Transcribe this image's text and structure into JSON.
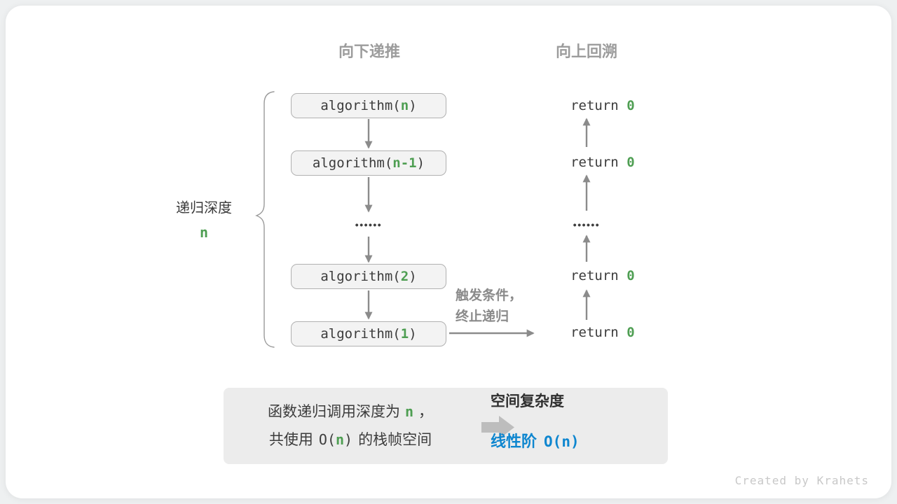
{
  "headers": {
    "downward": "向下递推",
    "upward": "向上回溯"
  },
  "depth_label": {
    "text": "递归深度",
    "value": "n"
  },
  "stack": {
    "call_prefix": "algorithm(",
    "call_suffix": ")",
    "args": [
      "n",
      "n-1",
      "2",
      "1"
    ]
  },
  "returns": {
    "keyword": "return ",
    "value": "0"
  },
  "ellipsis": "••••••",
  "trigger": {
    "line1": "触发条件，",
    "line2": "终止递归"
  },
  "summary": {
    "left_line1": {
      "pre": "函数递归调用深度为",
      "var": "n",
      "post": "，"
    },
    "left_line2": {
      "pre": "共使用",
      "o_open": "O(",
      "var": "n",
      "o_close": ")",
      "post": "的栈帧空间"
    },
    "right_title": "空间复杂度",
    "right_result": {
      "label": "线性阶",
      "o_open": "O(",
      "var": "n",
      "o_close": ")"
    }
  },
  "footer": {
    "credit": "Created by Krahets"
  },
  "colors": {
    "accent_green": "#4e9e52",
    "accent_blue": "#0e86cf",
    "arrow_gray": "#8b8b8b",
    "box_fill": "#f3f3f3",
    "box_border": "#b1b1b1",
    "summary_bg": "#ececec"
  }
}
